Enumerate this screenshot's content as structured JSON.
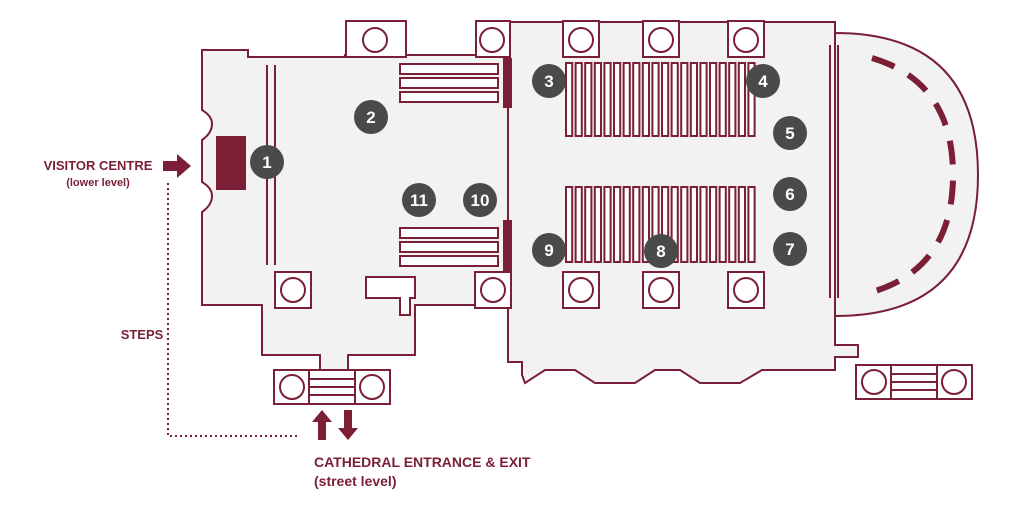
{
  "labels": {
    "visitor_centre": "VISITOR CENTRE",
    "visitor_centre_sub": "(lower level)",
    "steps": "STEPS",
    "entrance": "CATHEDRAL ENTRANCE & EXIT",
    "entrance_sub": "(street level)"
  },
  "markers": [
    "1",
    "2",
    "3",
    "4",
    "5",
    "6",
    "7",
    "8",
    "9",
    "10",
    "11"
  ],
  "colors": {
    "wall": "#7a1f35",
    "floor": "#f2f2f2",
    "marker_fill": "#4a4a4a",
    "marker_text": "#ffffff",
    "label": "#7a1f35"
  },
  "icons": [
    "arrow-right-icon",
    "arrow-up-icon",
    "arrow-down-icon"
  ]
}
